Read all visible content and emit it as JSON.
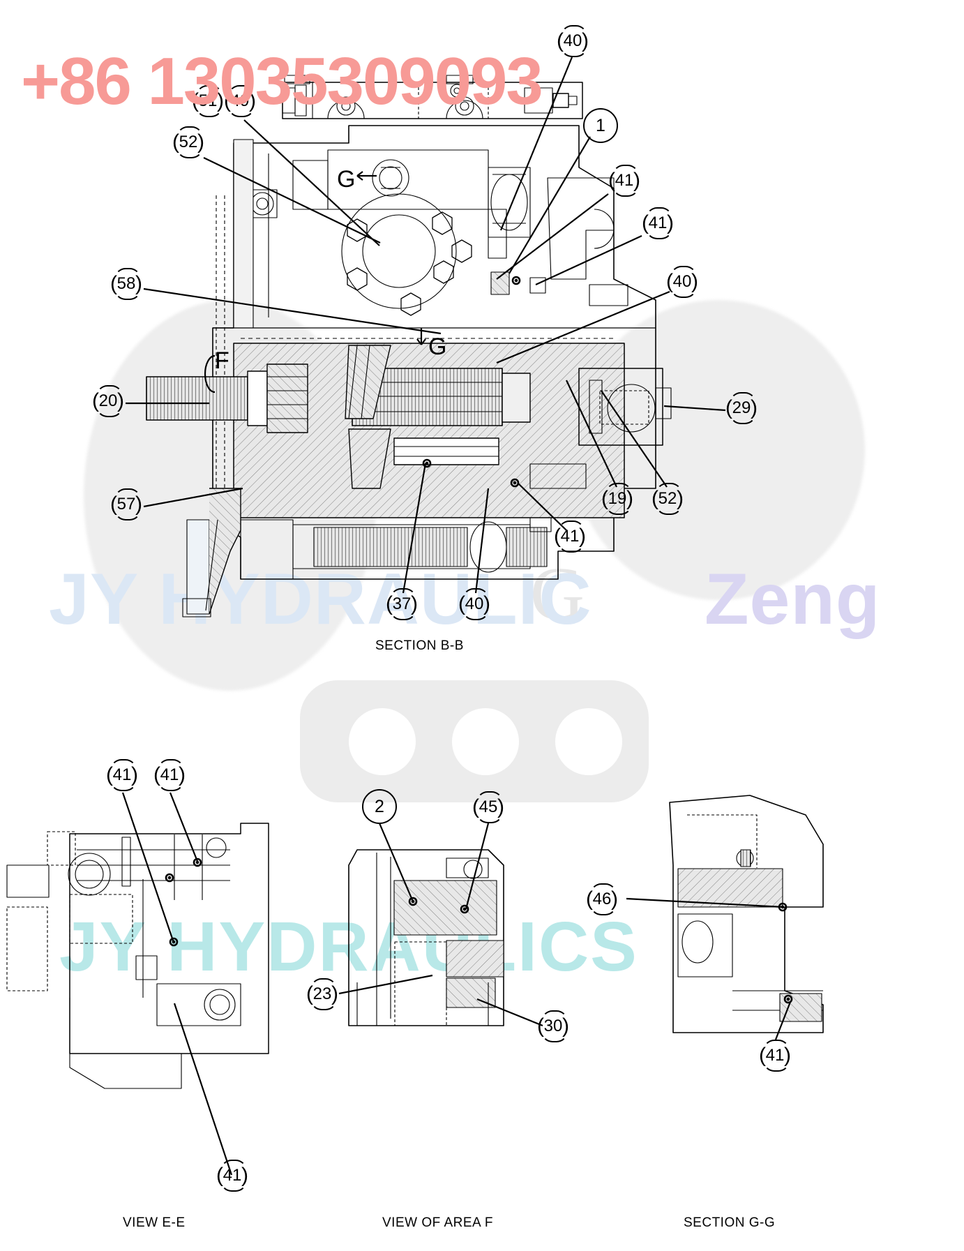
{
  "watermarks": {
    "phone": "+86 13035309093",
    "brand_blue": "JY HYDRAULIC",
    "brand_purple": "Zeng",
    "brand_cyan": "JY HYDRAULICS",
    "logo_letter": "G",
    "colors": {
      "phone": "#f79a96",
      "brand_blue": "#dbe7f5",
      "brand_purple": "#d9d5f2",
      "brand_cyan": "#b8e8e8",
      "logo_gray": "#ececec"
    }
  },
  "drawing": {
    "title": "SECTION B-B",
    "line_color": "#000000",
    "hatch_fill": "#e0e0e0"
  },
  "views": [
    {
      "id": "section-bb",
      "caption": "SECTION B-B"
    },
    {
      "id": "view-ee",
      "caption": "VIEW E-E"
    },
    {
      "id": "view-area-f",
      "caption": "VIEW OF AREA F"
    },
    {
      "id": "section-gg",
      "caption": "SECTION G-G"
    }
  ],
  "view_letters": [
    {
      "label": "G",
      "view": "section-bb"
    },
    {
      "label": "G",
      "view": "section-bb"
    },
    {
      "label": "F",
      "view": "section-bb"
    }
  ],
  "balloons": [
    {
      "id": "b40-top",
      "label": "40",
      "style": "arc",
      "view": "section-bb"
    },
    {
      "id": "b51",
      "label": "51",
      "style": "arc",
      "view": "section-bb"
    },
    {
      "id": "b49",
      "label": "49",
      "style": "arc",
      "view": "section-bb"
    },
    {
      "id": "b52-top",
      "label": "52",
      "style": "arc",
      "view": "section-bb"
    },
    {
      "id": "b1",
      "label": "1",
      "style": "circle",
      "view": "section-bb"
    },
    {
      "id": "b41-a",
      "label": "41",
      "style": "arc",
      "view": "section-bb"
    },
    {
      "id": "b41-b",
      "label": "41",
      "style": "arc",
      "view": "section-bb"
    },
    {
      "id": "b58",
      "label": "58",
      "style": "arc",
      "view": "section-bb"
    },
    {
      "id": "b40-r",
      "label": "40",
      "style": "arc",
      "view": "section-bb"
    },
    {
      "id": "b20",
      "label": "20",
      "style": "arc",
      "view": "section-bb"
    },
    {
      "id": "b29",
      "label": "29",
      "style": "arc",
      "view": "section-bb"
    },
    {
      "id": "b57",
      "label": "57",
      "style": "arc",
      "view": "section-bb"
    },
    {
      "id": "b19",
      "label": "19",
      "style": "arc",
      "view": "section-bb"
    },
    {
      "id": "b52-r",
      "label": "52",
      "style": "arc",
      "view": "section-bb"
    },
    {
      "id": "b41-c",
      "label": "41",
      "style": "arc",
      "view": "section-bb"
    },
    {
      "id": "b37",
      "label": "37",
      "style": "arc",
      "view": "section-bb"
    },
    {
      "id": "b40-b",
      "label": "40",
      "style": "arc",
      "view": "section-bb"
    },
    {
      "id": "b41-e1",
      "label": "41",
      "style": "arc",
      "view": "view-ee"
    },
    {
      "id": "b41-e2",
      "label": "41",
      "style": "arc",
      "view": "view-ee"
    },
    {
      "id": "b41-e3",
      "label": "41",
      "style": "arc",
      "view": "view-ee"
    },
    {
      "id": "b2",
      "label": "2",
      "style": "circle",
      "view": "view-area-f"
    },
    {
      "id": "b45",
      "label": "45",
      "style": "arc",
      "view": "view-area-f"
    },
    {
      "id": "b23",
      "label": "23",
      "style": "arc",
      "view": "view-area-f"
    },
    {
      "id": "b30",
      "label": "30",
      "style": "arc",
      "view": "view-area-f"
    },
    {
      "id": "b46",
      "label": "46",
      "style": "arc",
      "view": "section-gg"
    },
    {
      "id": "b41-g",
      "label": "41",
      "style": "arc",
      "view": "section-gg"
    }
  ]
}
